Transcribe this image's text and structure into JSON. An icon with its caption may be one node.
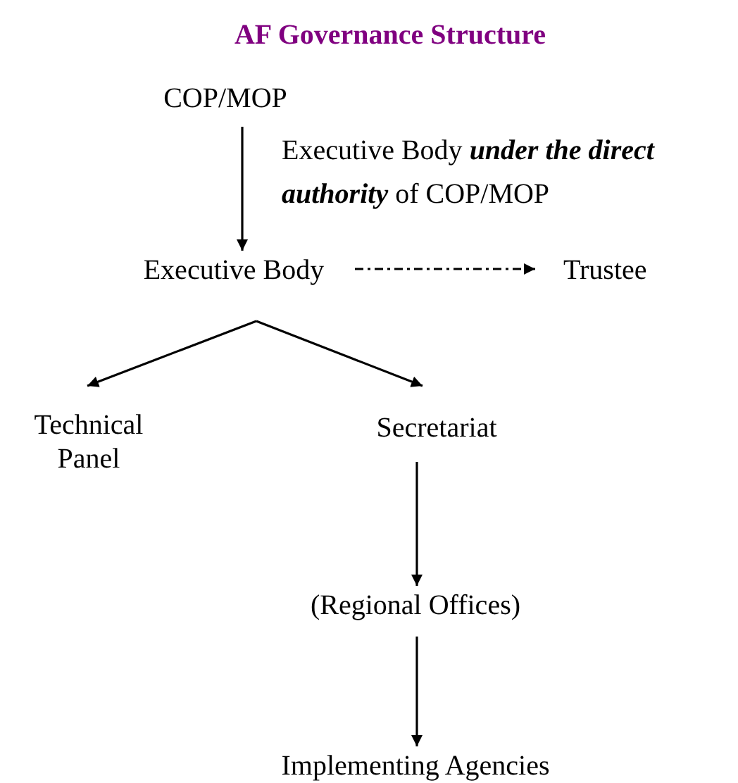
{
  "diagram": {
    "title": "AF Governance Structure",
    "nodes": [
      {
        "text": [
          "COP/MOP"
        ]
      },
      {
        "text": [
          "Executive Body"
        ]
      },
      {
        "text": [
          "Trustee"
        ]
      },
      {
        "text": [
          "Technical Panel"
        ]
      },
      {
        "text": [
          "Secretariat"
        ]
      },
      {
        "text": [
          "(Regional Offices)"
        ]
      },
      {
        "text": [
          "Implementing Agencies"
        ]
      }
    ],
    "edges": [
      {
        "from": 0,
        "to": 1,
        "arrow": "to",
        "label": "Executive Body **under the direct authority** of COP/MOP"
      },
      {
        "from": 1,
        "to": 2,
        "arrow": "to",
        "style": "dashed"
      },
      {
        "from": 1,
        "to": 3,
        "arrow": "to"
      },
      {
        "from": 1,
        "to": 4,
        "arrow": "to"
      },
      {
        "from": 4,
        "to": 5,
        "arrow": "to"
      },
      {
        "from": 5,
        "to": 6,
        "arrow": "to"
      }
    ]
  }
}
